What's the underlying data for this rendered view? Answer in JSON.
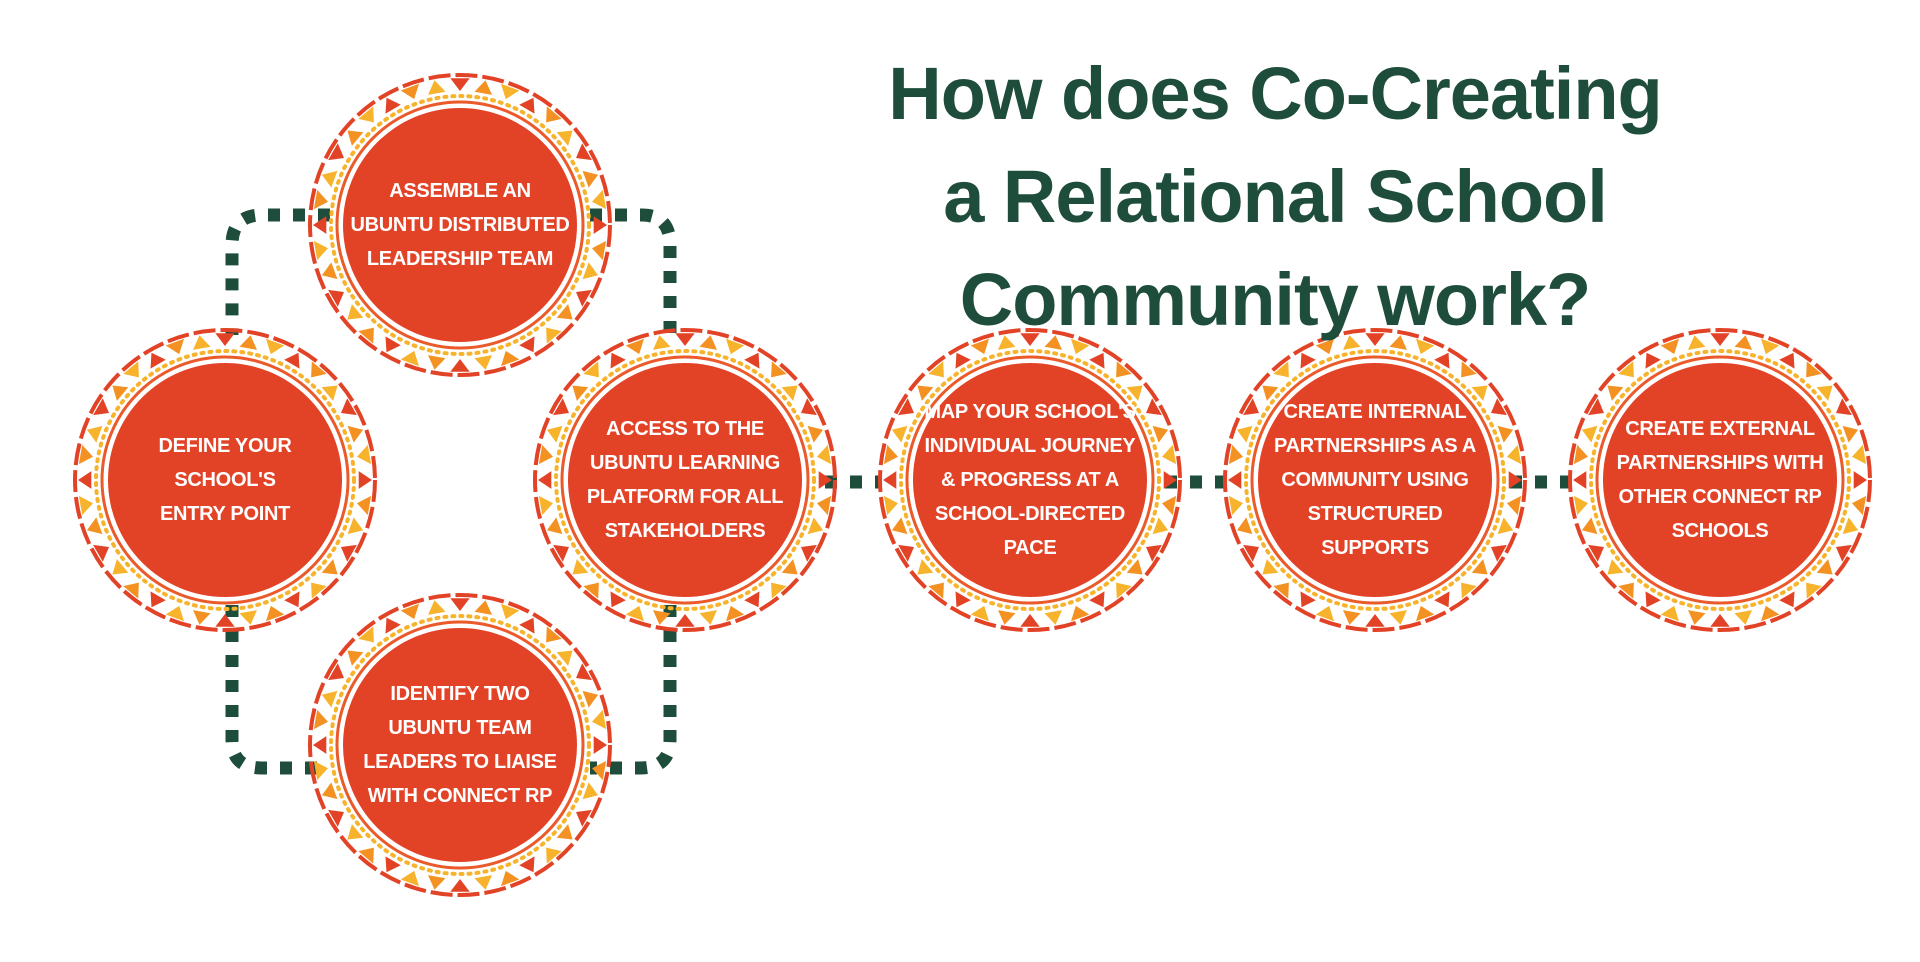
{
  "title": {
    "lines": [
      "How does Co-Creating",
      "a Relational School",
      "Community work?"
    ]
  },
  "colors": {
    "title": "#1f4d3c",
    "connector": "#1f4d3c",
    "circle_fill": "#e24327",
    "ring_red": "#e24327",
    "ring_orange": "#f39222",
    "ring_yellow": "#f7b32b",
    "ring_line": "#ea5a2a",
    "label": "#ffffff"
  },
  "nodes": [
    {
      "id": "assemble",
      "lines": [
        "ASSEMBLE AN",
        "UBUNTU DISTRIBUTED",
        "LEADERSHIP TEAM"
      ]
    },
    {
      "id": "define",
      "lines": [
        "DEFINE YOUR",
        "SCHOOL'S",
        "ENTRY POINT"
      ]
    },
    {
      "id": "access",
      "lines": [
        "ACCESS TO THE",
        "UBUNTU LEARNING",
        "PLATFORM FOR ALL",
        "STAKEHOLDERS"
      ]
    },
    {
      "id": "identify",
      "lines": [
        "IDENTIFY TWO",
        "UBUNTU TEAM",
        "LEADERS TO LIAISE",
        "WITH CONNECT RP"
      ]
    },
    {
      "id": "map",
      "lines": [
        "MAP YOUR SCHOOL'S",
        "INDIVIDUAL JOURNEY",
        "& PROGRESS AT A",
        "SCHOOL-DIRECTED",
        "PACE"
      ]
    },
    {
      "id": "internal",
      "lines": [
        "CREATE INTERNAL",
        "PARTNERSHIPS AS A",
        "COMMUNITY USING",
        "STRUCTURED",
        "SUPPORTS"
      ]
    },
    {
      "id": "external",
      "lines": [
        "CREATE EXTERNAL",
        "PARTNERSHIPS WITH",
        "OTHER CONNECT RP",
        "SCHOOLS"
      ]
    }
  ]
}
